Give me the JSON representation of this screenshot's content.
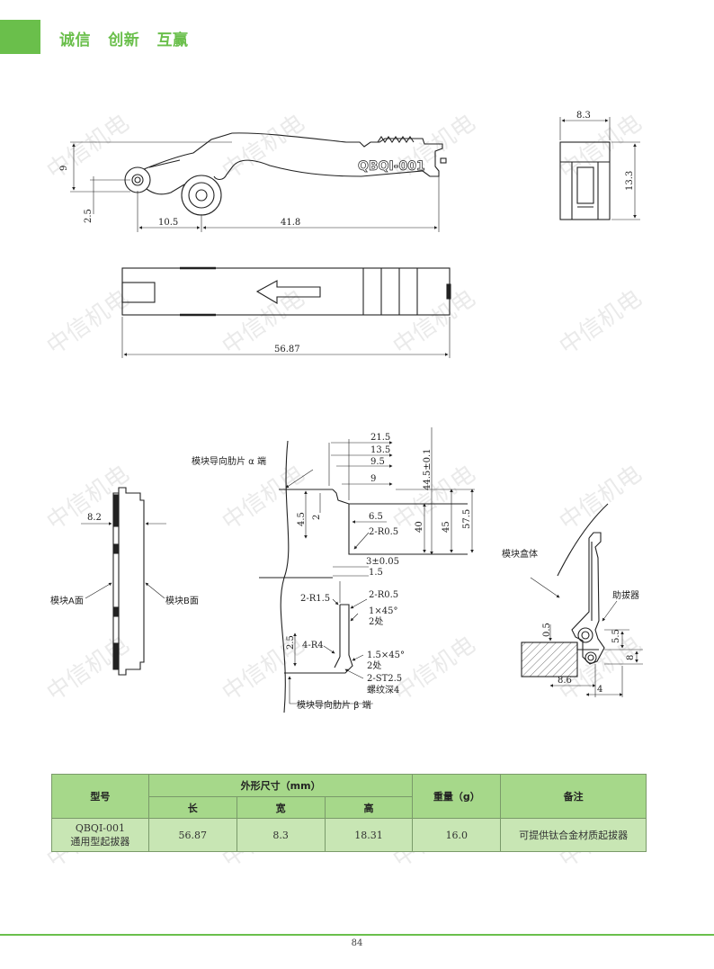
{
  "header": {
    "slogan": "诚信   创新   互赢",
    "accent_color": "#6abf4b"
  },
  "watermark": "中信机电",
  "side_view": {
    "part_marking": "QBQI-001",
    "dims": {
      "height": "9",
      "offset": "2.5",
      "pivot_dist": "10.5",
      "length": "41.8"
    }
  },
  "end_view": {
    "dims": {
      "width": "8.3",
      "height": "13.3"
    }
  },
  "top_view": {
    "dims": {
      "length": "56.87"
    }
  },
  "module_view": {
    "dims": {
      "thickness": "8.2"
    },
    "labels": {
      "face_a": "模块A面",
      "face_b": "模块B面"
    }
  },
  "rib_detail": {
    "labels": {
      "alpha_end": "模块导向肋片 α 端",
      "beta_end": "模块导向肋片 β 端"
    },
    "dims": {
      "d21_5": "21.5",
      "d13_5": "13.5",
      "d9_5": "9.5",
      "d9": "9",
      "d44_5": "44.5±0.1",
      "d4_5": "4.5",
      "d2": "2",
      "d6_5": "6.5",
      "d40": "40",
      "d45": "45",
      "d57_5": "57.5",
      "r0_5_top": "2-R0.5",
      "d3": "3±0.05",
      "d1_5": "1.5",
      "r1_5": "2-R1.5",
      "r0_5_mid": "2-R0.5",
      "c1": "1×45°",
      "c1_count": "2处",
      "d2_5": "2.5",
      "r4": "4-R4",
      "c1_5": "1.5×45°",
      "c1_5_count": "2处",
      "st": "2-ST2.5",
      "thread": "螺纹深4"
    }
  },
  "assembly_view": {
    "labels": {
      "module_box": "模块盒体",
      "extractor": "助拔器"
    },
    "dims": {
      "d0_5": "0.5",
      "d5_5": "5.5",
      "d8": "8",
      "d8_6": "8.6",
      "d4": "4"
    }
  },
  "table": {
    "headers": {
      "model": "型号",
      "dimensions": "外形尺寸（mm）",
      "length": "长",
      "width": "宽",
      "height": "高",
      "weight": "重量（g）",
      "remark": "备注"
    },
    "rows": [
      {
        "model_line1": "QBQI-001",
        "model_line2": "通用型起拔器",
        "length": "56.87",
        "width": "8.3",
        "height": "18.31",
        "weight": "16.0",
        "remark": "可提供钛合金材质起拔器"
      }
    ]
  },
  "footer": {
    "page_number": "84"
  }
}
